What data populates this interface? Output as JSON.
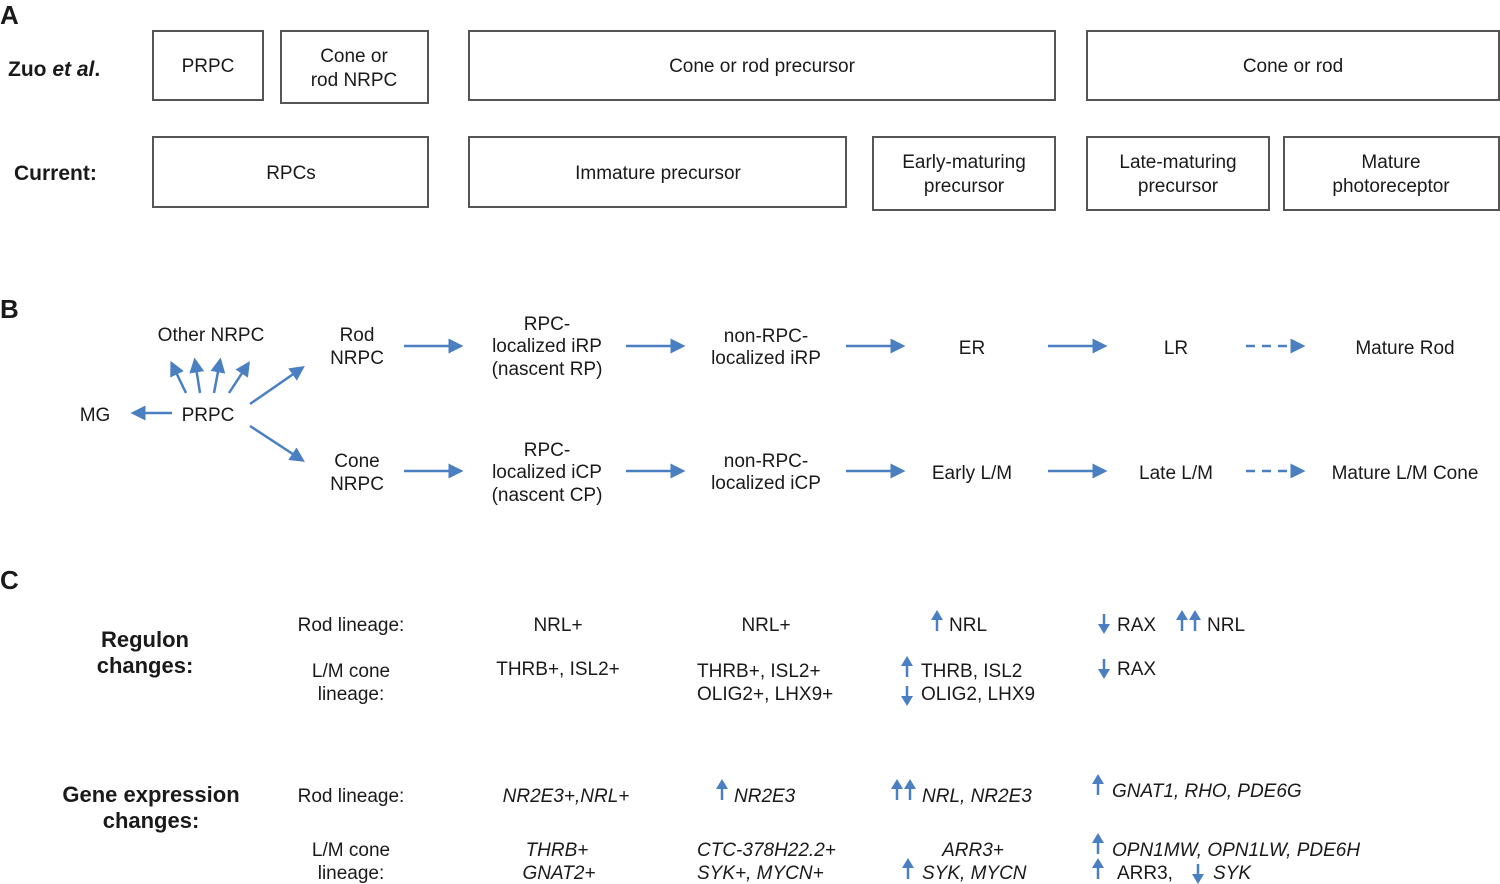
{
  "panel_a": {
    "label": "A",
    "zuo_label_pre": "Zuo ",
    "zuo_label_em": "et al",
    "zuo_label_post": ".",
    "current_label": "Current:",
    "zuo_boxes": [
      {
        "lines": [
          "PRPC"
        ]
      },
      {
        "lines": [
          "Cone or",
          "rod NRPC"
        ]
      },
      {
        "lines": [
          "Cone or rod precursor"
        ]
      },
      {
        "lines": [
          "Cone or rod"
        ]
      }
    ],
    "current_boxes": [
      {
        "lines": [
          "RPCs"
        ]
      },
      {
        "lines": [
          "Immature precursor"
        ]
      },
      {
        "lines": [
          "Early-maturing",
          "precursor"
        ]
      },
      {
        "lines": [
          "Late-maturing",
          "precursor"
        ]
      },
      {
        "lines": [
          "Mature",
          "photoreceptor"
        ]
      }
    ]
  },
  "panel_b": {
    "label": "B",
    "mg": "MG",
    "prpc": "PRPC",
    "other_nrpc": "Other NRPC",
    "rod_row": [
      {
        "lines": [
          "Rod",
          "NRPC"
        ]
      },
      {
        "lines": [
          "RPC-",
          "localized iRP",
          "(nascent RP)"
        ]
      },
      {
        "lines": [
          "non-RPC-",
          "localized iRP"
        ]
      },
      {
        "lines": [
          "ER"
        ]
      },
      {
        "lines": [
          "LR"
        ]
      },
      {
        "lines": [
          "Mature Rod"
        ]
      }
    ],
    "cone_row": [
      {
        "lines": [
          "Cone",
          "NRPC"
        ]
      },
      {
        "lines": [
          "RPC-",
          "localized iCP",
          "(nascent CP)"
        ]
      },
      {
        "lines": [
          "non-RPC-",
          "localized iCP"
        ]
      },
      {
        "lines": [
          "Early L/M"
        ]
      },
      {
        "lines": [
          "Late L/M"
        ]
      },
      {
        "lines": [
          "Mature L/M Cone"
        ]
      }
    ]
  },
  "panel_c": {
    "label": "C",
    "regulon_label": [
      "Regulon",
      "changes:"
    ],
    "gene_label": [
      "Gene expression",
      "changes:"
    ],
    "rod_lineage": "Rod lineage:",
    "cone_lineage": [
      "L/M cone",
      "lineage:"
    ],
    "regulon_rod": [
      "NRL+",
      "NRL+",
      "NRL",
      "RAX",
      "NRL"
    ],
    "regulon_cone_1": "THRB+, ISL2+",
    "regulon_cone_2": [
      "THRB+,  ISL2+",
      "OLIG2+, LHX9+"
    ],
    "regulon_cone_3": [
      "THRB, ISL2",
      "OLIG2, LHX9"
    ],
    "regulon_cone_4": "RAX",
    "gene_rod": [
      "NR2E3+,NRL+",
      "NR2E3",
      "NRL, NR2E3",
      "GNAT1, RHO, PDE6G"
    ],
    "gene_cone_1": [
      "THRB+",
      "GNAT2+"
    ],
    "gene_cone_2": [
      "CTC-378H22.2+",
      "SYK+, MYCN+"
    ],
    "gene_cone_3": [
      "ARR3+",
      "SYK, MYCN"
    ],
    "gene_cone_4a": "OPN1MW, OPN1LW, PDE6H",
    "gene_cone_4b": "ARR3,",
    "gene_cone_4c": "SYK"
  }
}
